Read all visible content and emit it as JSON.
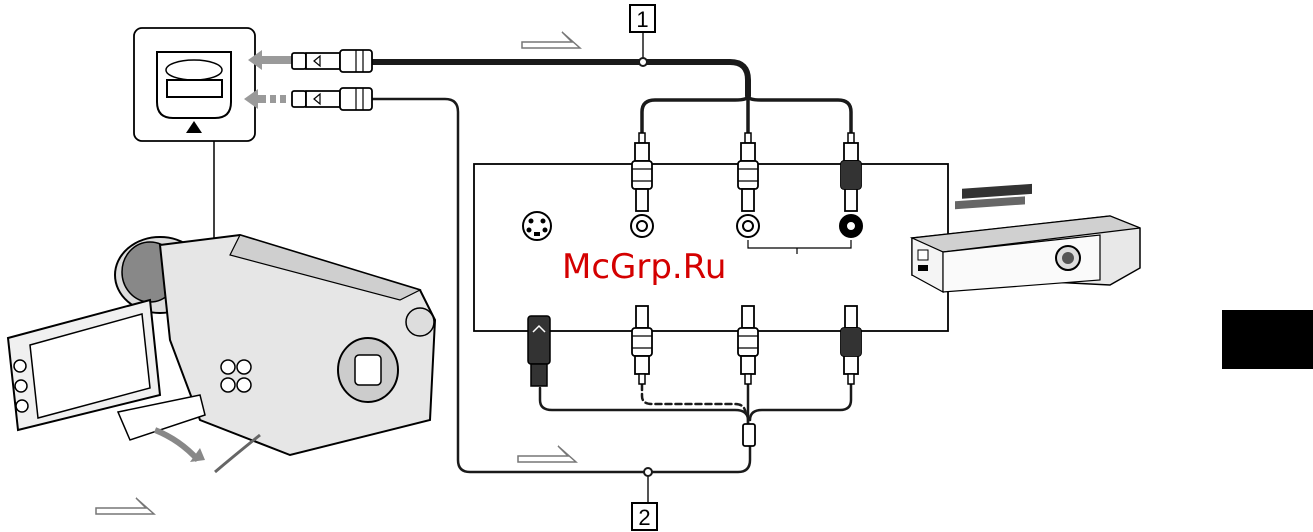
{
  "labels": {
    "cable1": "1",
    "cable2": "2"
  },
  "watermark": "McGrp.Ru",
  "colors": {
    "line": "#1a1a1a",
    "watermark": "#d40000",
    "sideTab": "#000000",
    "connector_white": "#ffffff",
    "connector_gray": "#bfbfbf",
    "arrow_fill": "#9a9a9a"
  },
  "icons": {
    "plug": "av-plug-icon",
    "rca_jack": "rca-jack-icon",
    "s_video_jack": "s-video-jack-icon",
    "camcorder": "camcorder-icon",
    "vcr": "vcr-icon",
    "signal_arrow": "signal-direction-arrow-icon"
  }
}
